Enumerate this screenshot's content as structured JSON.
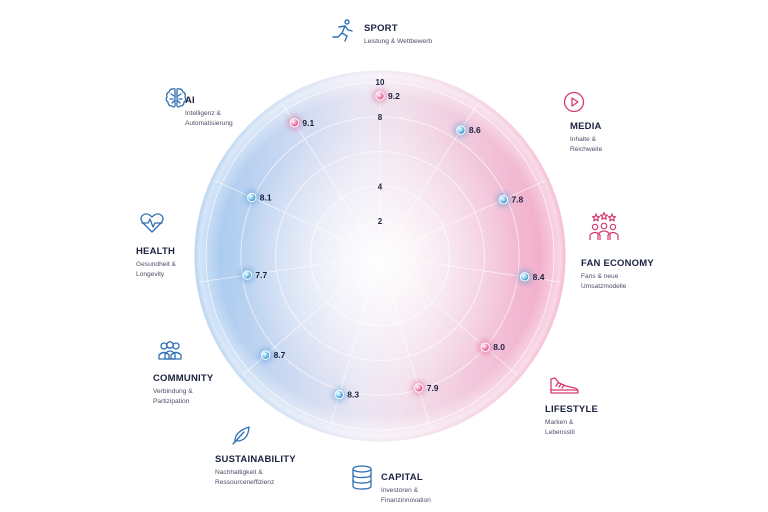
{
  "chart_data": {
    "type": "radial",
    "r_max": 10,
    "ticks": [
      "2",
      "4",
      "8",
      "10"
    ],
    "tick_values": [
      2,
      4,
      8,
      10
    ],
    "categories": [
      {
        "key": "sport",
        "name": "SPORT",
        "desc": "Leistung & Wettbewerb",
        "value": 9.2,
        "label": "9.2",
        "tone": "pink",
        "icon": "runner-icon"
      },
      {
        "key": "media",
        "name": "MEDIA",
        "desc": "Inhalte &\nReichweite",
        "value": 8.6,
        "label": "8.6",
        "tone": "blue",
        "icon": "play-icon"
      },
      {
        "key": "fan_economy",
        "name": "FAN ECONOMY",
        "desc": "Fans & neue\nUmsatzmodelle",
        "value": 7.8,
        "label": "7.8",
        "tone": "blue",
        "icon": "fan-crowd-icon"
      },
      {
        "key": "fan_economy_b",
        "name": "",
        "desc": "",
        "value": 8.4,
        "label": "8.4",
        "tone": "blue",
        "icon": ""
      },
      {
        "key": "fan_economy_c",
        "name": "",
        "desc": "",
        "value": 8.0,
        "label": "8.0",
        "tone": "pink",
        "icon": ""
      },
      {
        "key": "lifestyle",
        "name": "LIFESTYLE",
        "desc": "Marken &\nLebensstil",
        "value": 7.9,
        "label": "7.9",
        "tone": "pink",
        "icon": "sneaker-icon"
      },
      {
        "key": "capital",
        "name": "CAPITAL",
        "desc": "Investoren &\nFinanzinnovation",
        "value": 8.3,
        "label": "8.3",
        "tone": "blue",
        "icon": "coins-icon"
      },
      {
        "key": "sustainability",
        "name": "SUSTAINABILITY",
        "desc": "Nachhaltigkeit &\nRessourceneffizienz",
        "value": 8.7,
        "label": "8.7",
        "tone": "blue",
        "icon": "leaf-icon"
      },
      {
        "key": "community",
        "name": "COMMUNITY",
        "desc": "Verbindung &\nPartizipation",
        "value": 7.7,
        "label": "7.7",
        "tone": "blue",
        "icon": "people-icon"
      },
      {
        "key": "health",
        "name": "HEALTH",
        "desc": "Gesundheit &\nLongevity",
        "value": 8.1,
        "label": "8.1",
        "tone": "blue",
        "icon": "heart-pulse-icon"
      },
      {
        "key": "ai",
        "name": "AI",
        "desc": "Intelligenz &\nAutomatisierung",
        "value": 9.1,
        "label": "9.1",
        "tone": "pink",
        "icon": "brain-icon"
      }
    ]
  },
  "colors": {
    "pink": "#e2508a",
    "blue": "#3f8fd6",
    "text": "#1c2340",
    "pink_icon": "#d6396f",
    "blue_icon": "#2f6fb3"
  }
}
